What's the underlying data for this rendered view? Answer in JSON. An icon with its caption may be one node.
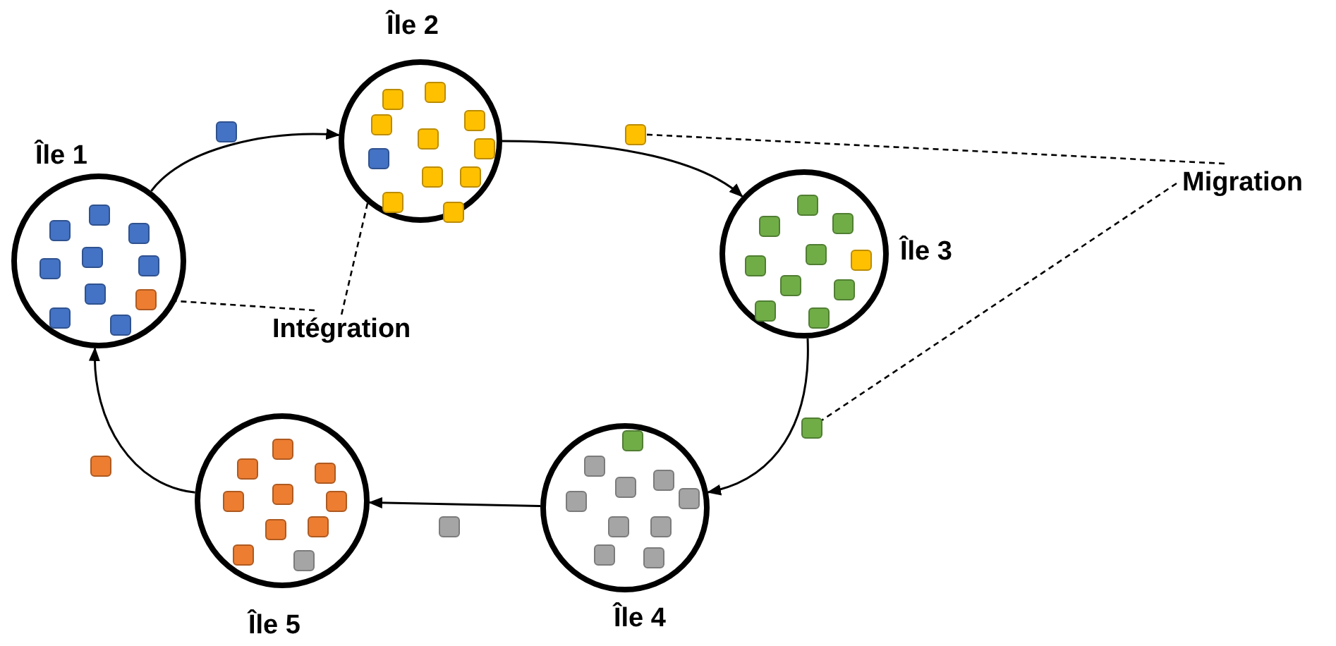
{
  "diagram": {
    "nodes": [
      {
        "text": [
          "Île 1"
        ]
      },
      {
        "text": [
          "Île 2"
        ]
      },
      {
        "text": [
          "Île 3"
        ]
      },
      {
        "text": [
          "Île 4"
        ]
      },
      {
        "text": [
          "Île 5"
        ]
      },
      {
        "text": [],
        "shape": "box"
      },
      {
        "text": [],
        "shape": "box"
      },
      {
        "text": [],
        "shape": "box"
      },
      {
        "text": [],
        "shape": "box"
      },
      {
        "text": [],
        "shape": "box"
      },
      {
        "text": [
          "Migration"
        ]
      },
      {
        "text": [
          "Intégration"
        ]
      },
      {
        "text": [],
        "shape": "box",
        "in": 1
      },
      {
        "text": [],
        "shape": "box",
        "in": 0
      },
      {
        "text": [],
        "shape": "box",
        "in": 0
      },
      {
        "text": [],
        "shape": "box",
        "in": 0
      },
      {
        "text": [],
        "shape": "box",
        "in": 0
      },
      {
        "text": [],
        "shape": "box",
        "in": 0
      },
      {
        "text": [],
        "shape": "box",
        "in": 0
      },
      {
        "text": [],
        "shape": "box",
        "in": 0
      },
      {
        "text": [],
        "shape": "box",
        "in": 0
      },
      {
        "text": [],
        "shape": "box",
        "in": 0
      },
      {
        "text": [],
        "shape": "box",
        "in": 0
      },
      {
        "text": [],
        "shape": "box",
        "in": 1
      },
      {
        "text": [],
        "shape": "box",
        "in": 1
      },
      {
        "text": [],
        "shape": "box",
        "in": 1
      },
      {
        "text": [],
        "shape": "box",
        "in": 1
      },
      {
        "text": [],
        "shape": "box",
        "in": 1
      },
      {
        "text": [],
        "shape": "box",
        "in": 1
      },
      {
        "text": [],
        "shape": "box",
        "in": 1
      },
      {
        "text": [],
        "shape": "box",
        "in": 1
      },
      {
        "text": [],
        "shape": "box",
        "in": 1
      },
      {
        "text": [],
        "shape": "box",
        "in": 1
      },
      {
        "text": [],
        "shape": "box",
        "in": 2
      },
      {
        "text": [],
        "shape": "box",
        "in": 2
      },
      {
        "text": [],
        "shape": "box",
        "in": 2
      },
      {
        "text": [],
        "shape": "box",
        "in": 2
      },
      {
        "text": [],
        "shape": "box",
        "in": 2
      },
      {
        "text": [],
        "shape": "box",
        "in": 2
      },
      {
        "text": [],
        "shape": "box",
        "in": 2
      },
      {
        "text": [],
        "shape": "box",
        "in": 2
      },
      {
        "text": [],
        "shape": "box",
        "in": 2
      },
      {
        "text": [],
        "shape": "box",
        "in": 2
      },
      {
        "text": [],
        "shape": "box",
        "in": 3
      },
      {
        "text": [],
        "shape": "box",
        "in": 3
      },
      {
        "text": [],
        "shape": "box",
        "in": 3
      },
      {
        "text": [],
        "shape": "box",
        "in": 3
      },
      {
        "text": [],
        "shape": "box",
        "in": 3
      },
      {
        "text": [],
        "shape": "box",
        "in": 3
      },
      {
        "text": [],
        "shape": "box",
        "in": 3
      },
      {
        "text": [],
        "shape": "box",
        "in": 3
      },
      {
        "text": [],
        "shape": "box",
        "in": 3
      },
      {
        "text": [],
        "shape": "box",
        "in": 3
      },
      {
        "text": [],
        "shape": "box",
        "in": 4
      },
      {
        "text": [],
        "shape": "box",
        "in": 4
      },
      {
        "text": [],
        "shape": "box",
        "in": 4
      },
      {
        "text": [],
        "shape": "box",
        "in": 4
      },
      {
        "text": [],
        "shape": "box",
        "in": 4
      },
      {
        "text": [],
        "shape": "box",
        "in": 4
      },
      {
        "text": [],
        "shape": "box",
        "in": 4
      },
      {
        "text": [],
        "shape": "box",
        "in": 4
      },
      {
        "text": [],
        "shape": "box",
        "in": 4
      },
      {
        "text": [],
        "shape": "box",
        "in": 4
      }
    ],
    "edges": [
      {
        "from": 0,
        "to": 1,
        "arrow": "to"
      },
      {
        "from": 1,
        "to": 2,
        "arrow": "to"
      },
      {
        "from": 2,
        "to": 3,
        "arrow": "to"
      },
      {
        "from": 3,
        "to": 4,
        "arrow": "to"
      },
      {
        "from": 4,
        "to": 0,
        "arrow": "to"
      },
      {
        "from": 10,
        "to": 6,
        "arrow": "none",
        "style": "dashed"
      },
      {
        "from": 10,
        "to": 7,
        "arrow": "none",
        "style": "dashed"
      },
      {
        "from": 11,
        "to": 12,
        "arrow": "none",
        "style": "dashed"
      },
      {
        "from": 11,
        "to": 13,
        "arrow": "none",
        "style": "dashed"
      }
    ]
  }
}
